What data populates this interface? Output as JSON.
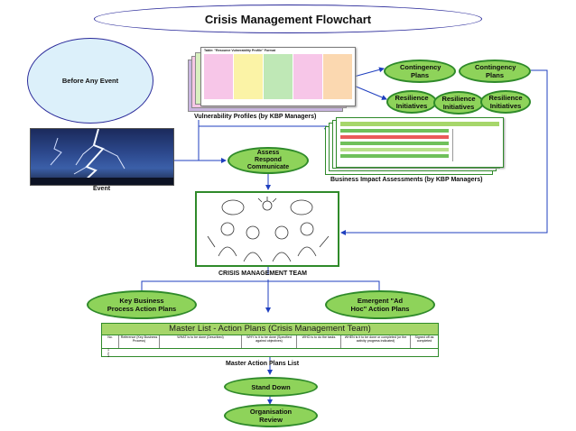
{
  "title": "Crisis Management Flowchart",
  "nodes": {
    "before_any_event": "Before Any Event",
    "vulnerability_table_title": "Table: \"Resource Vulnerability Profile\" Format",
    "vulnerability_caption": "Vulnerability Profiles (by KBP Managers)",
    "contingency_1": "Contingency Plans",
    "contingency_2": "Contingency Plans",
    "resilience_1": "Resilience Initiatives",
    "resilience_2": "Resilience Initiatives",
    "resilience_3": "Resilience Initiatives",
    "event_caption": "Event",
    "assess": "Assess Respond Communicate",
    "bia_caption": "Business Impact Assessments (by KBP Managers)",
    "team_caption": "CRISIS MANAGEMENT TEAM",
    "key_business": "Key Business Process Action Plans",
    "emergent": "Emergent \"Ad Hoc\" Action Plans",
    "master_caption": "Master Action Plans List",
    "stand_down": "Stand Down",
    "org_review": "Organisation Review"
  },
  "master_table": {
    "title": "Master List - Action Plans (Crisis Management Team)",
    "headers": [
      "No.",
      "Reference (Key Business Process)",
      "WHAT is to be done (Described)",
      "WHY is it to be done (Specified against objectives)",
      "WHO is to do the tasks",
      "WHEN is it to be done or completed (or the activity progress indicated)",
      "Signed off as completed"
    ],
    "rows": [
      "1",
      "2",
      "3"
    ]
  },
  "colors": {
    "green_fill": "#8ed35a",
    "green_border": "#2f8a2a",
    "blue_line": "#1f3fbf",
    "circle_fill": "#dcf0fa",
    "table_header": "#a6d66a"
  }
}
